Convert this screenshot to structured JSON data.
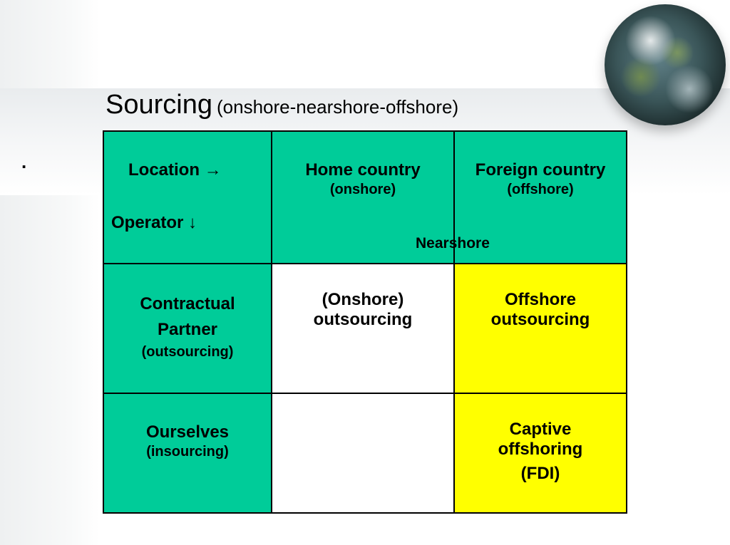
{
  "slide": {
    "bullet": ".",
    "title": "Sourcing",
    "subtitle": "(onshore-nearshore-offshore)"
  },
  "matrix": {
    "header": {
      "location": "Location →",
      "operator": "Operator ↓",
      "home_country": "Home country",
      "home_country_sub": "(onshore)",
      "foreign_country": "Foreign country",
      "foreign_country_sub": "(offshore)"
    },
    "nearshore": "Nearshore",
    "rows": [
      {
        "label": "Contractual Partner",
        "label_sub": "(outsourcing)",
        "home_line1": "(Onshore)",
        "home_line2": "outsourcing",
        "foreign_line1": "Offshore",
        "foreign_line2": "outsourcing"
      },
      {
        "label": "Ourselves",
        "label_sub": "(insourcing)",
        "home_line1": "",
        "home_line2": "",
        "foreign_line1": "Captive offshoring",
        "foreign_line2": "(FDI)"
      }
    ],
    "colors": {
      "header": "#00cc99",
      "highlight": "#ffff00",
      "plain": "#ffffff"
    }
  }
}
